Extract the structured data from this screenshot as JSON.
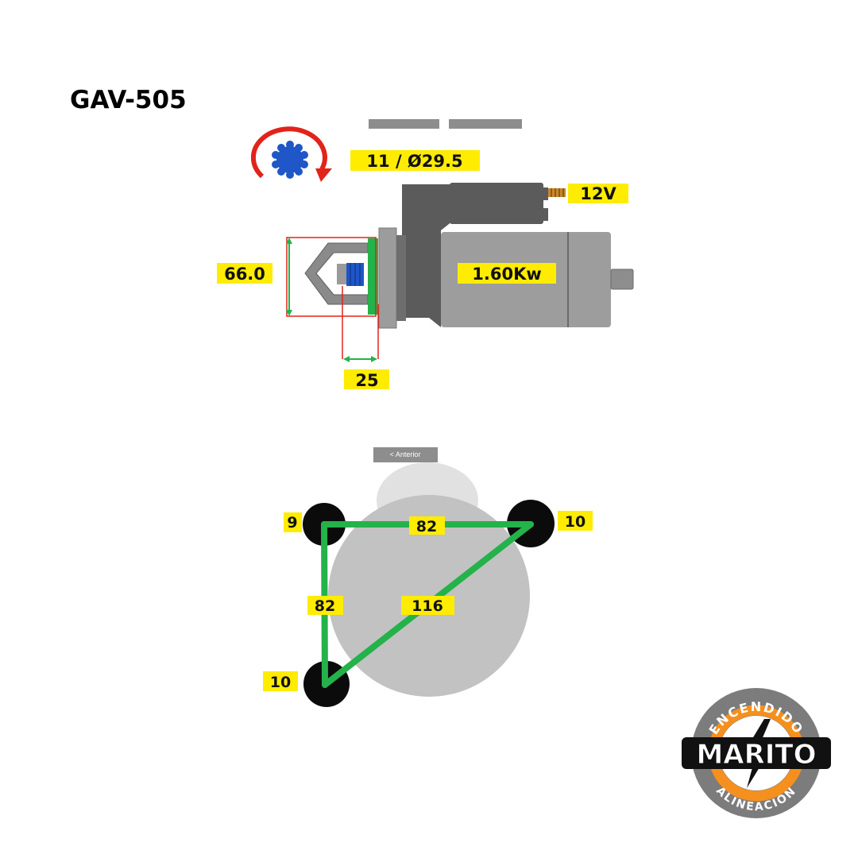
{
  "product": {
    "code": "GAV-505"
  },
  "starter": {
    "gear_spec": "11 / Ø29.5",
    "voltage": "12V",
    "power": "1.60Kw",
    "flange_diameter": "66.0",
    "pinion_offset": "25",
    "rotation": "counterclockwise-arrow-icon"
  },
  "mounting": {
    "nav_button": "< Anterior",
    "holes": [
      {
        "id": "top-left",
        "label": "9"
      },
      {
        "id": "top-right",
        "label": "10"
      },
      {
        "id": "bottom-left",
        "label": "10"
      }
    ],
    "distances": {
      "top": "82",
      "left": "82",
      "diagonal": "116"
    }
  },
  "logo": {
    "brand": "MARITO",
    "top_text": "ENCENDIDO",
    "bottom_text": "ALINEACION"
  },
  "colors": {
    "label_bg": "#ffec00",
    "dimension_green": "#24b24a",
    "dimension_red": "#e2231a",
    "gear_blue": "#1f56c8",
    "logo_orange": "#f5901e"
  }
}
